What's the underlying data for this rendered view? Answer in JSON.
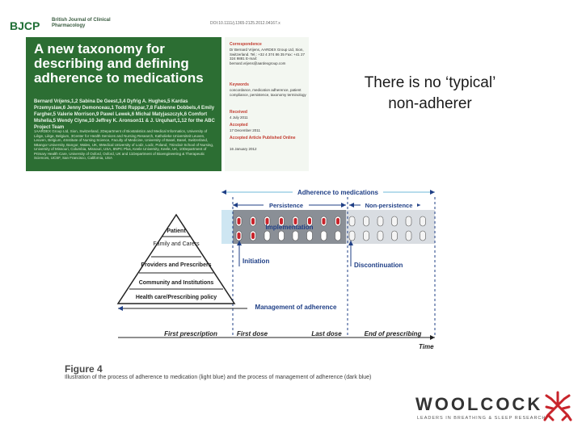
{
  "journal": {
    "logo": "BJCP",
    "journal_name": "British Journal of Clinical Pharmacology",
    "doi": "DOI:10.1111/j.1365-2125.2012.04167.x",
    "title": "A new taxonomy for describing and defining adherence to medications",
    "authors": "Bernard Vrijens,1,2 Sabina De Geest,3,4 Dyfrig A. Hughes,5 Kardas Przemyslaw,6 Jenny Demonceau,1 Todd Ruppar,7,8 Fabienne Dobbels,4 Emily Fargher,5 Valerie Morrison,9 Pawel Lewek,6 Michal Matyjaszczyk,6 Comfort Mshelia,5 Wendy Clyne,10 Jeffrey K. Aronson11 & J. Urquhart,1,12 for the ABC Project Team",
    "affiliations": "1AARDEX Group Ltd, Sion, Switzerland, 2Department of Biostatistics and Medical Informatics, University of Liège, Liège, Belgium, 3Center for Health Services and Nursing Research, Katholieke Universiteit Leuven, Leuven, Belgium, 4Institute of Nursing Science, Faculty of Medicine, University of Basel, Basel, Switzerland, 5Bangor University, Bangor, Wales, UK, 6Medical University of Lodz, Lodz, Poland, 7Sinclair School of Nursing, University of Missouri, Columbia, Missouri, USA, 8NPC Plus, Keele University, Keele, UK, 10Department of Primary Health Care, University of Oxford, Oxford, UK and 11Department of Bioengineering & Therapeutic Sciences, UCSF, San Francisco, California, USA",
    "correspondence_label": "Correspondence",
    "correspondence_text": "Dr Bernard Vrijens, AARDEX Group Ltd, Sion, Switzerland. Tel.: +32 4 374 86 35 Fax: +41 27 324 9881 E-mail: bernard.vrijens@aardexgroup.com",
    "keywords_label": "Keywords",
    "keywords_text": "concordance, medication adherence, patient compliance, persistence, taxonomy terminology",
    "received_label": "Received",
    "received_text": "4 July 2011",
    "accepted_label": "Accepted",
    "accepted_text": "17 December 2011",
    "published_label": "Accepted Article Published Online",
    "published_text": "16 January 2012"
  },
  "quote": {
    "line1": "There is no ‘typical’",
    "line2": "non-adherer"
  },
  "figure": {
    "top_arrow_label": "Adherence to medications",
    "persistence": "Persistence",
    "non_persistence": "Non-persistence",
    "implementation": "Implementation",
    "initiation": "Initiation",
    "discontinuation": "Discontinuation",
    "management": "Management of adherence",
    "pyramid": [
      "Patient",
      "Family and Carers",
      "Providers and Prescribers",
      "Community and Institutions",
      "Health care/Prescribing policy"
    ],
    "timeline": [
      "First prescription",
      "First dose",
      "Last dose",
      "End of prescribing"
    ],
    "time_label": "Time",
    "colors": {
      "dark_blue": "#1f3f86",
      "light_blue": "#6fb8d8",
      "red": "#c8242b"
    }
  },
  "caption": {
    "title": "Figure 4",
    "text": "Illustration of the process of adherence to medication (light blue) and the process of management of adherence (dark blue)"
  },
  "logo": {
    "word": "WOOLCOCK",
    "tagline": "LEADERS IN BREATHING & SLEEP RESEARCH"
  }
}
